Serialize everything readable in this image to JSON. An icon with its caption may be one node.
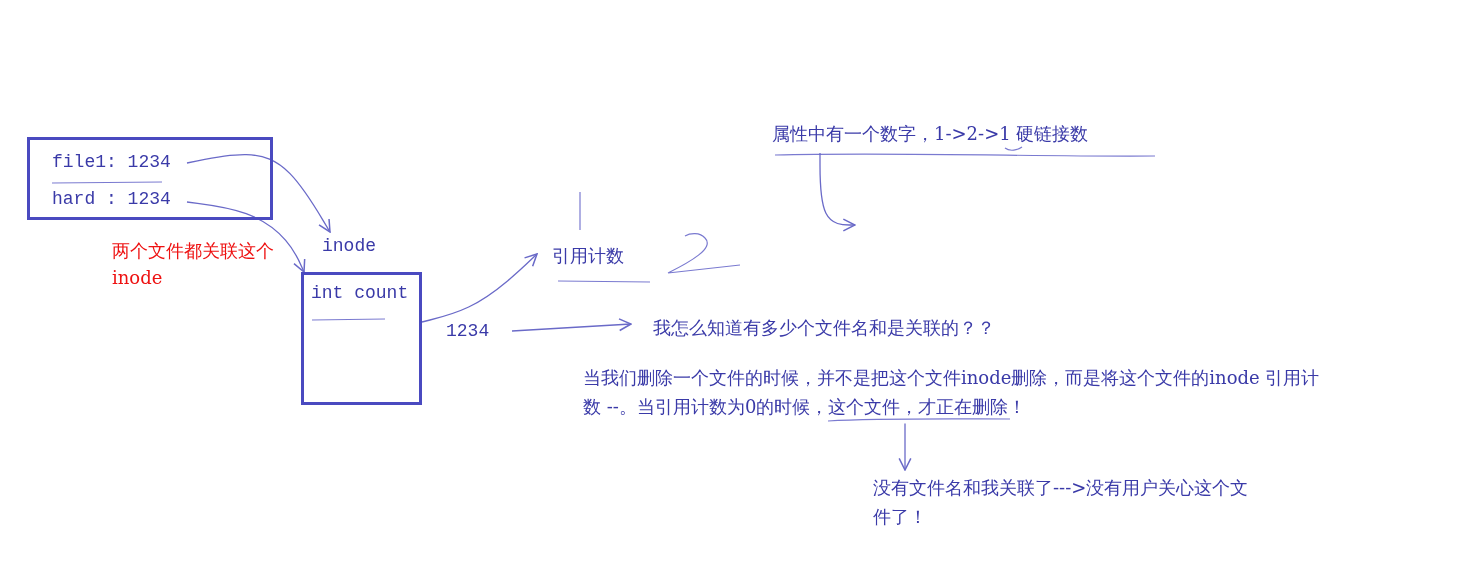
{
  "diagram": {
    "nodes": [
      {
        "text": [],
        "shape": "box"
      },
      {
        "text": [
          "file1: 1234"
        ],
        "in": 0
      },
      {
        "text": [
          "hard : 1234"
        ],
        "in": 0
      },
      {
        "text": [
          "inode"
        ]
      },
      {
        "text": [
          "int count"
        ]
      },
      {
        "text": [
          "引用计数"
        ]
      },
      {
        "text": [
          "1234"
        ]
      },
      {
        "text": [
          "我怎么知道有多少个文件名和是关联的？？"
        ]
      },
      {
        "text": [
          "属性中有一个数字，1->2->1  硬链接数"
        ]
      },
      {
        "text": [
          "当我们删除一个文件的时候，并不是把这个文件inode删除，而是将这个文件的inode 引用计数 --。当引用计数为0的时候，这个文件，才正在删除！"
        ]
      },
      {
        "text": [
          "没有文件名和我关联了--->没有用户关心这个文件了！"
        ]
      }
    ],
    "edges": [
      {
        "from": 1,
        "to": 3,
        "arrow": "to"
      },
      {
        "from": 2,
        "to": 4,
        "arrow": "to"
      },
      {
        "from": 4,
        "to": 5,
        "arrow": "to"
      },
      {
        "from": 6,
        "to": 7,
        "arrow": "to"
      },
      {
        "from": 8,
        "to": null,
        "arrow": "to"
      },
      {
        "from": 9,
        "to": 10,
        "arrow": "to"
      }
    ],
    "labels": [
      "两个文件都关联这个inode"
    ]
  }
}
